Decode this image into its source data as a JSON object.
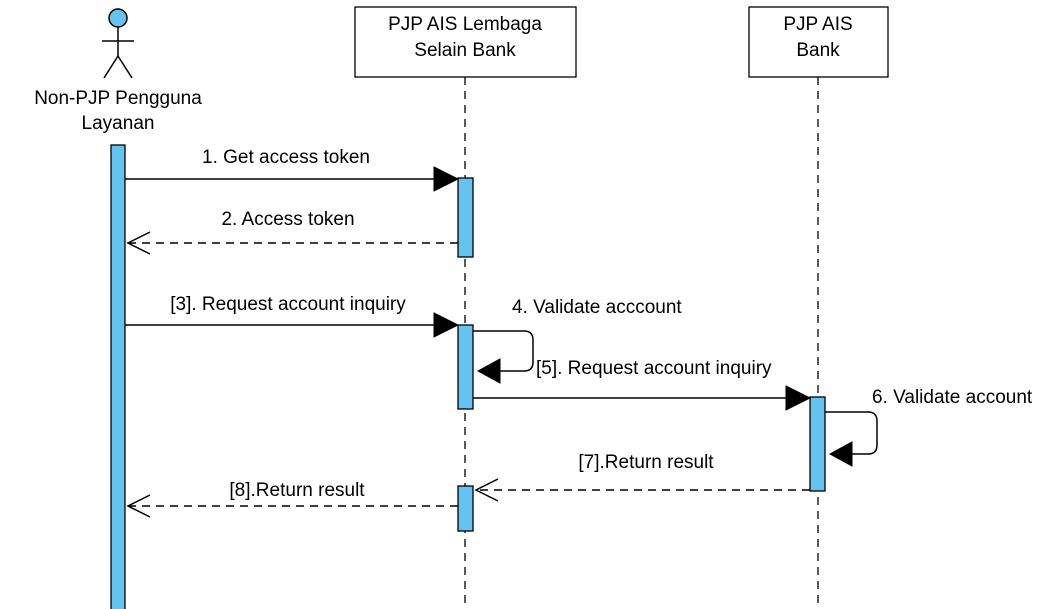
{
  "participants": {
    "actor": {
      "name_line1": "Non-PJP Pengguna",
      "name_line2": "Layanan",
      "icon": "stick-figure-actor-icon"
    },
    "lembaga": {
      "name_line1": "PJP AIS Lembaga",
      "name_line2": "Selain Bank"
    },
    "bank": {
      "name_line1": "PJP AIS",
      "name_line2": "Bank"
    }
  },
  "messages": {
    "m1": "1. Get access token",
    "m2": "2. Access token",
    "m3": "[3]. Request account inquiry",
    "m4": "4. Validate acccount",
    "m5": "[5]. Request account inquiry",
    "m6": "6. Validate account",
    "m7": "[7].Return result",
    "m8": "[8].Return result"
  },
  "colors": {
    "activation_fill": "#66c2ee",
    "actor_head_fill": "#66c2ee",
    "line": "#000000",
    "background": "#ffffff"
  }
}
